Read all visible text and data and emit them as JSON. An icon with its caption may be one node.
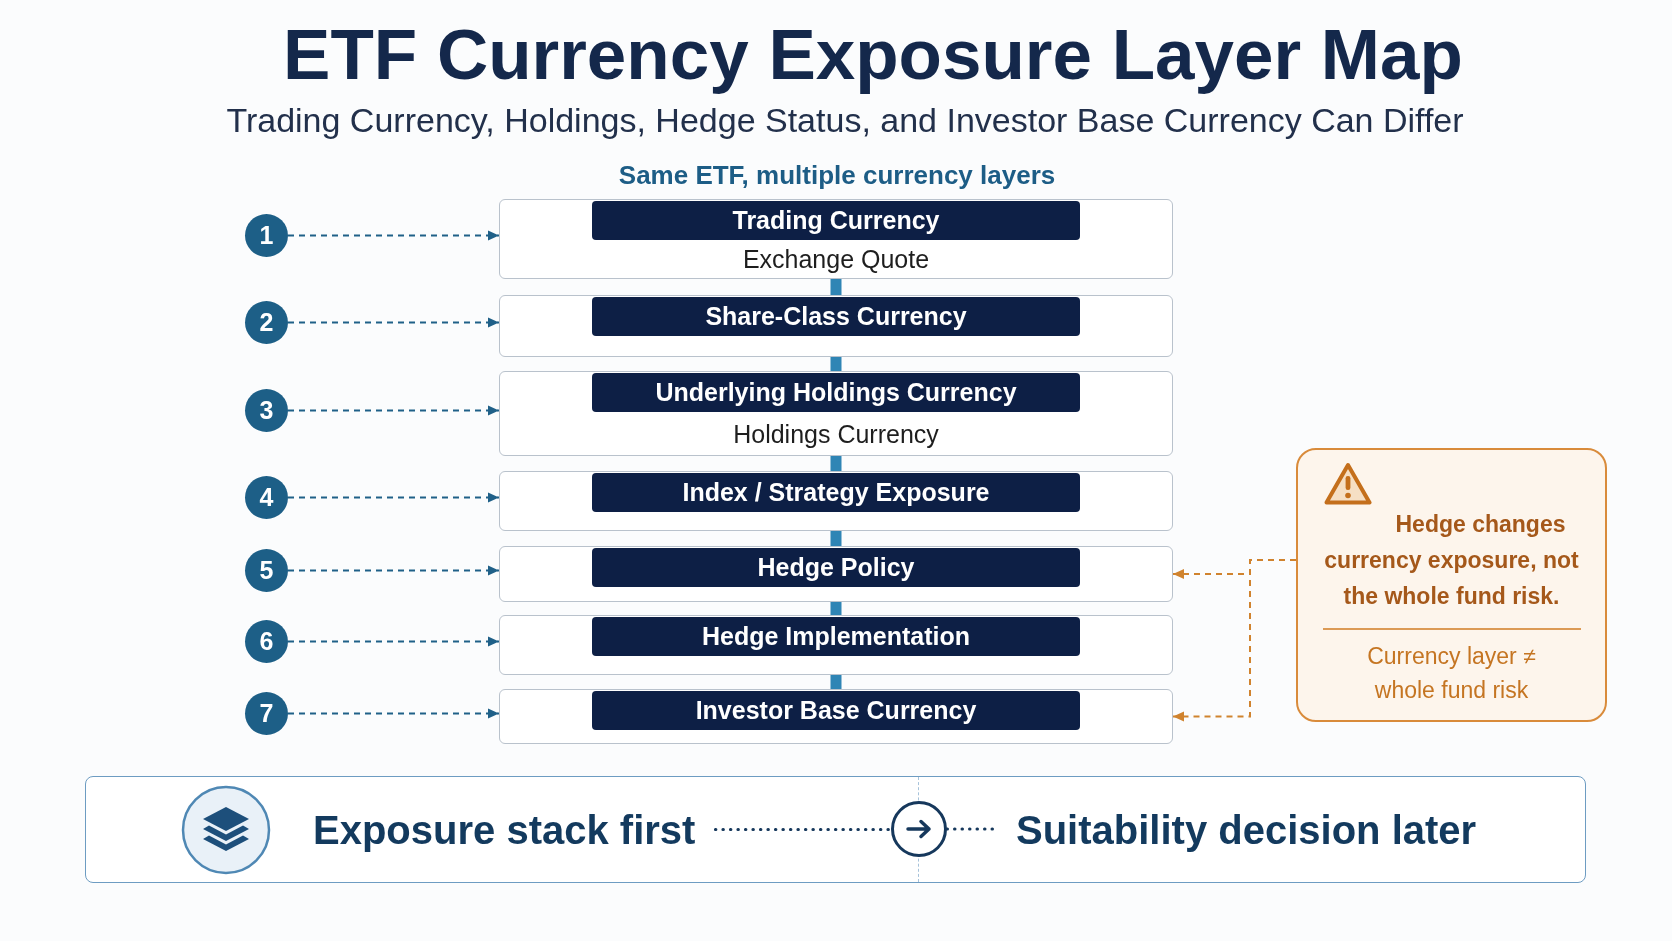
{
  "diagram": {
    "title": "ETF Currency Exposure Layer Map",
    "nodes": [
      {
        "text": [
          "1"
        ]
      },
      {
        "text": [
          "Trading Currency",
          "Exchange Quote"
        ]
      },
      {
        "text": [
          "2"
        ]
      },
      {
        "text": [
          "Share-Class Currency"
        ]
      },
      {
        "text": [
          "3"
        ]
      },
      {
        "text": [
          "Underlying Holdings Currency",
          "Holdings Currency"
        ]
      },
      {
        "text": [
          "4"
        ]
      },
      {
        "text": [
          "Index / Strategy Exposure"
        ]
      },
      {
        "text": [
          "5"
        ]
      },
      {
        "text": [
          "Hedge Policy"
        ]
      },
      {
        "text": [
          "6"
        ]
      },
      {
        "text": [
          "Hedge Implementation"
        ]
      },
      {
        "text": [
          "7"
        ]
      },
      {
        "text": [
          "Investor Base Currency"
        ]
      },
      {
        "text": [
          "Hedge changes currency exposure, not the whole fund risk.",
          "Currency layer ≠ whole fund risk"
        ]
      },
      {
        "text": [],
        "shape": "box"
      },
      {
        "text": [
          "Exposure stack first"
        ],
        "in": 15
      },
      {
        "text": [],
        "shape": "circle",
        "in": 15
      },
      {
        "text": [
          "Suitability decision later"
        ],
        "in": 15
      }
    ],
    "edges": [
      {
        "from": 0,
        "to": 1,
        "arrow": "to",
        "style": "dashed"
      },
      {
        "from": 2,
        "to": 3,
        "arrow": "to",
        "style": "dashed"
      },
      {
        "from": 4,
        "to": 5,
        "arrow": "to",
        "style": "dashed"
      },
      {
        "from": 6,
        "to": 7,
        "arrow": "to",
        "style": "dashed"
      },
      {
        "from": 8,
        "to": 9,
        "arrow": "to",
        "style": "dashed"
      },
      {
        "from": 10,
        "to": 11,
        "arrow": "to",
        "style": "dashed"
      },
      {
        "from": 12,
        "to": 13,
        "arrow": "to",
        "style": "dashed"
      },
      {
        "from": 1,
        "to": 3,
        "arrow": "none",
        "style": "thick",
        "color": "#2f85b5"
      },
      {
        "from": 3,
        "to": 5,
        "arrow": "none",
        "style": "thick",
        "color": "#2f85b5"
      },
      {
        "from": 5,
        "to": 7,
        "arrow": "none",
        "style": "thick",
        "color": "#2f85b5"
      },
      {
        "from": 7,
        "to": 9,
        "arrow": "none",
        "style": "thick",
        "color": "#2f85b5"
      },
      {
        "from": 9,
        "to": 11,
        "arrow": "none",
        "style": "thick",
        "color": "#2f85b5"
      },
      {
        "from": 11,
        "to": 13,
        "arrow": "none",
        "style": "thick",
        "color": "#2f85b5"
      },
      {
        "from": 14,
        "to": 9,
        "arrow": "to",
        "style": "dashed",
        "color": "#d0832e"
      },
      {
        "from": 14,
        "to": 13,
        "arrow": "to",
        "style": "dashed",
        "color": "#d0832e"
      },
      {
        "from": 16,
        "to": 17,
        "arrow": "none",
        "style": "dashed",
        "color": "#16385c"
      },
      {
        "from": 17,
        "to": 18,
        "arrow": "none",
        "style": "dashed",
        "color": "#16385c"
      }
    ],
    "labels": [
      "Trading Currency, Holdings, Hedge Status, and Investor Base Currency Can Differ",
      "Same ETF, multiple currency layers"
    ]
  }
}
